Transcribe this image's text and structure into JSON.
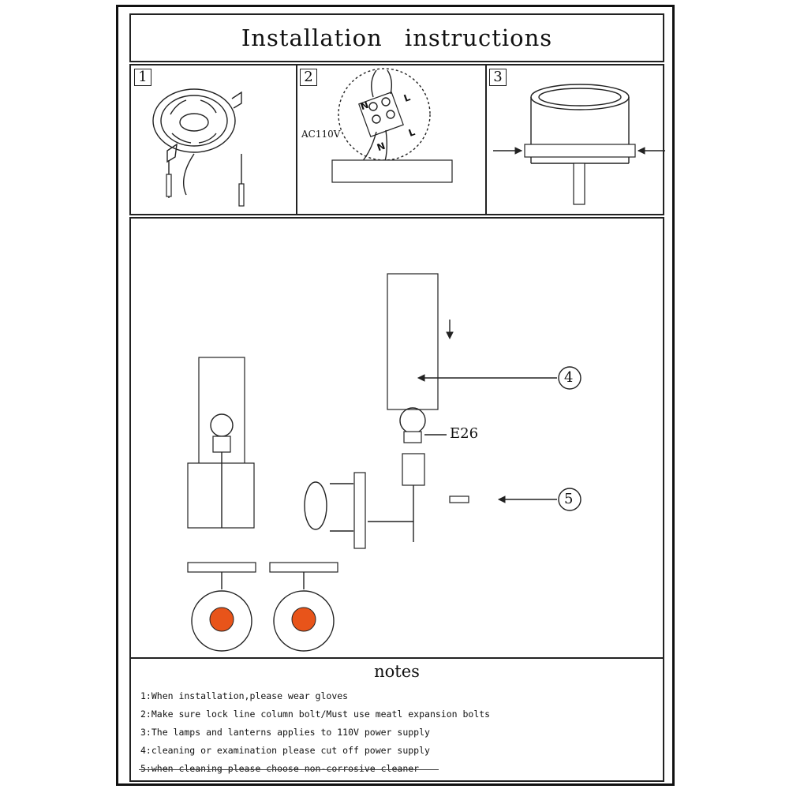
{
  "title": "Installation   instructions",
  "steps": [
    {
      "number": "1"
    },
    {
      "number": "2",
      "voltage_label": "AC110V",
      "wire_labels": [
        "N",
        "L",
        "N",
        "L"
      ]
    },
    {
      "number": "3"
    }
  ],
  "main": {
    "callouts": [
      {
        "label": "4"
      },
      {
        "label": "5"
      }
    ],
    "bulb_label": "E26"
  },
  "notes": {
    "heading": "notes",
    "items": [
      "1:When installation,please wear gloves",
      "2:Make sure lock line column bolt/Must use meatl expansion bolts",
      "3:The lamps and  lanterns applies to 110V power supply",
      "4:cleaning or examination please cut off power supply",
      "5:when cleaning please choose non-corrosive cleaner"
    ]
  },
  "colors": {
    "line": "#222222",
    "bulb_glow": "#e8541a"
  }
}
